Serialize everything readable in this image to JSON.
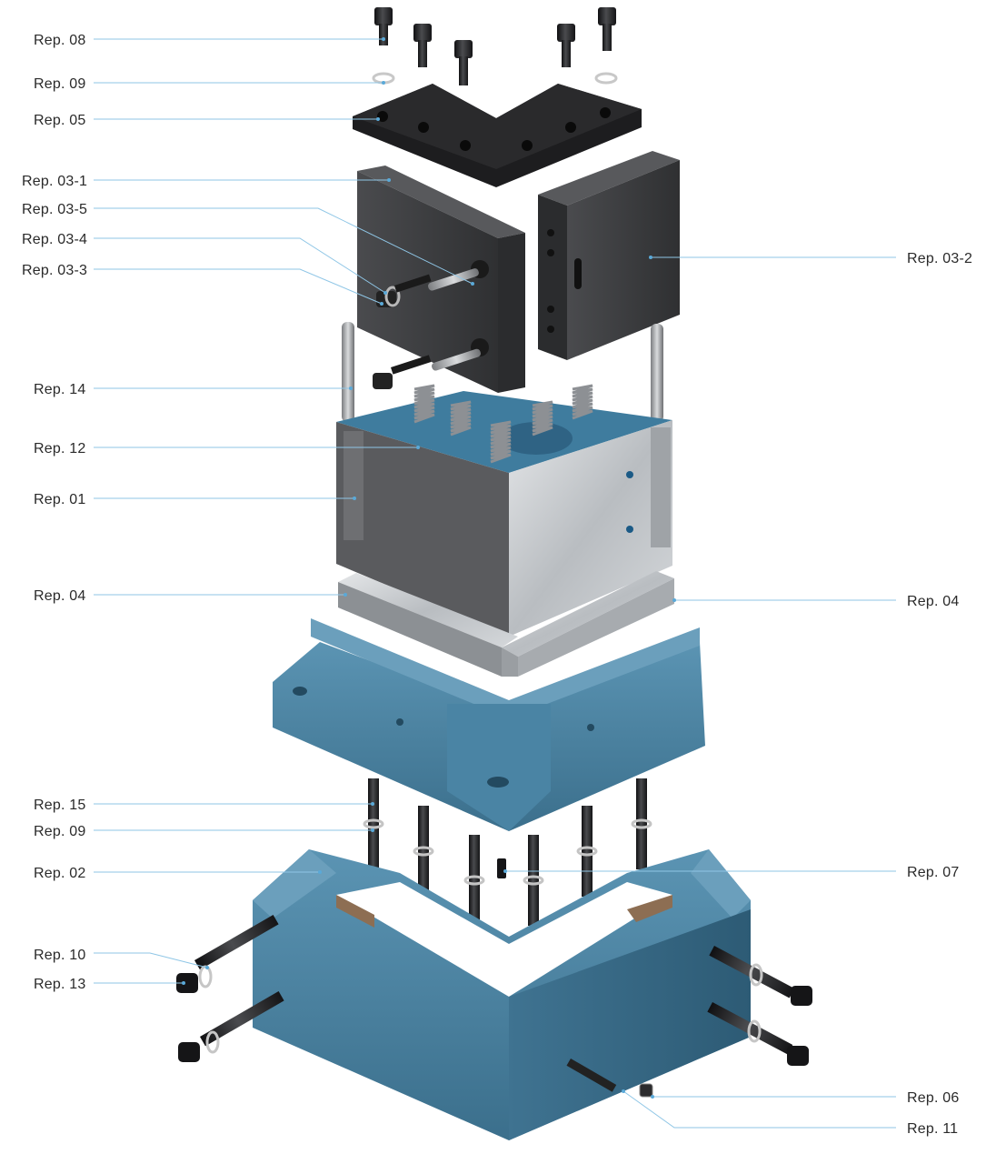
{
  "colors": {
    "cast_blue": "#4f87a6",
    "cast_blue_dark": "#2e5d78",
    "cast_blue_light": "#78a9c4",
    "dark_steel": "#3b3c3e",
    "dark_steel_top": "#555659",
    "black_plate": "#1d1d1f",
    "bright_steel": "#c9cdd1",
    "leader_line": "#8fc6e6",
    "label_text": "#2a2a2a"
  },
  "labels_left": [
    {
      "id": "rep-08",
      "text": "Rep. 08"
    },
    {
      "id": "rep-09-top",
      "text": "Rep. 09"
    },
    {
      "id": "rep-05",
      "text": "Rep. 05"
    },
    {
      "id": "rep-03-1",
      "text": "Rep. 03-1"
    },
    {
      "id": "rep-03-5",
      "text": "Rep. 03-5"
    },
    {
      "id": "rep-03-4",
      "text": "Rep. 03-4"
    },
    {
      "id": "rep-03-3",
      "text": "Rep. 03-3"
    },
    {
      "id": "rep-14",
      "text": "Rep. 14"
    },
    {
      "id": "rep-12",
      "text": "Rep. 12"
    },
    {
      "id": "rep-01",
      "text": "Rep. 01"
    },
    {
      "id": "rep-04-left",
      "text": "Rep. 04"
    },
    {
      "id": "rep-15",
      "text": "Rep. 15"
    },
    {
      "id": "rep-09-bottom",
      "text": "Rep. 09"
    },
    {
      "id": "rep-02",
      "text": "Rep. 02"
    },
    {
      "id": "rep-10",
      "text": "Rep. 10"
    },
    {
      "id": "rep-13",
      "text": "Rep. 13"
    }
  ],
  "labels_right": [
    {
      "id": "rep-03-2",
      "text": "Rep. 03-2"
    },
    {
      "id": "rep-04-right",
      "text": "Rep. 04"
    },
    {
      "id": "rep-07",
      "text": "Rep. 07"
    },
    {
      "id": "rep-06",
      "text": "Rep. 06"
    },
    {
      "id": "rep-11",
      "text": "Rep. 11"
    }
  ]
}
